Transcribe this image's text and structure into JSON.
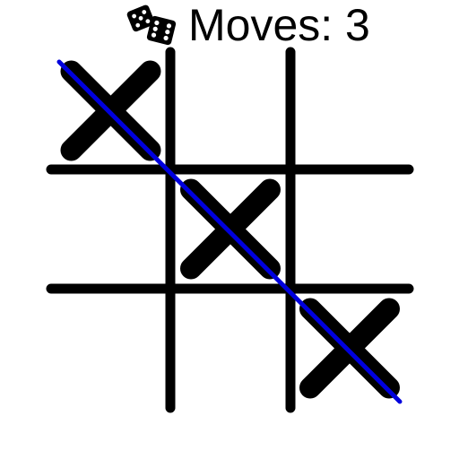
{
  "status": {
    "icon": "dice-icon",
    "moves_label": "Moves: 3"
  },
  "board": {
    "size": 3,
    "cells": [
      [
        "X",
        "",
        ""
      ],
      [
        "",
        "X",
        ""
      ],
      [
        "",
        "",
        "X"
      ]
    ],
    "winning_line": "diagonal-top-left-to-bottom-right"
  },
  "colors": {
    "background": "#ffffff",
    "ink": "#000000",
    "win_line": "#0000dd"
  }
}
